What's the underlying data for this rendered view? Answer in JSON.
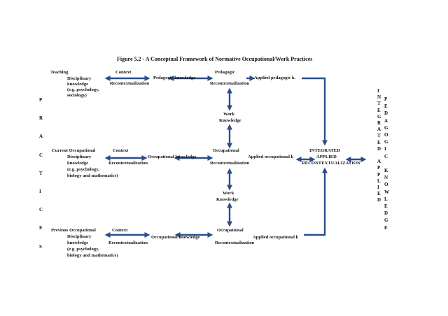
{
  "title": "Figure 5.2 - A Conceptual Framework of Normative Occupational/Work Practices",
  "left_vertical_letters": [
    "P",
    "R",
    "A",
    "C",
    "T",
    "I",
    "C",
    "E",
    "S"
  ],
  "right_col1_letters": [
    "I",
    "N",
    "T",
    "E",
    "G",
    "R",
    "A",
    "T",
    "E",
    "D",
    "",
    "A",
    "P",
    "P",
    "L",
    "I",
    "E",
    "D"
  ],
  "right_col2_letters": [
    "P",
    "E",
    "D",
    "A",
    "G",
    "O",
    "G",
    "I",
    "C",
    "",
    "K",
    "N",
    "O",
    "W",
    "L",
    "E",
    "D",
    "G",
    "E"
  ],
  "rows": {
    "teaching": {
      "heading": "Teaching",
      "disc": [
        "Disciplinary",
        "knowledge",
        "(e.g. psychology,",
        "sociology)"
      ],
      "context": "Context",
      "recontext": "Recontextualization",
      "knowledge": "Pedagogic knowledge",
      "mid_top": "Pedagogic",
      "mid_bottom": "Recontextualization",
      "applied": "Applied pedagogic k."
    },
    "current": {
      "heading": "Current Occupational",
      "disc": [
        "Disciplinary",
        "knowledge",
        "(e.g. psychology,",
        "biology and mathematics)"
      ],
      "context": "Context",
      "recontext": "Recontextualization",
      "knowledge": "Occupational knowledge",
      "mid_top": "Occupational",
      "mid_bottom": "Recontextualization",
      "applied": "Applied occupational k"
    },
    "previous": {
      "heading": "Previous Occupational",
      "disc": [
        "Disciplinary",
        "knowledge",
        "(e.g. psychology,",
        "biology and mathematics)"
      ],
      "context": "Context",
      "recontext": "Recontextualization",
      "knowledge": "Occupational knowledge",
      "mid_top": "Occupational",
      "mid_bottom": "Recontextualization",
      "applied": "Applied occupational k"
    }
  },
  "work_knowledge": [
    "Work",
    "Knowledge"
  ],
  "integrated": [
    "INTEGRATED",
    "APPLIED",
    "RECONTEXTUALIZATION"
  ],
  "colors": {
    "arrow": "#2b4e8c",
    "text": "#111111"
  }
}
